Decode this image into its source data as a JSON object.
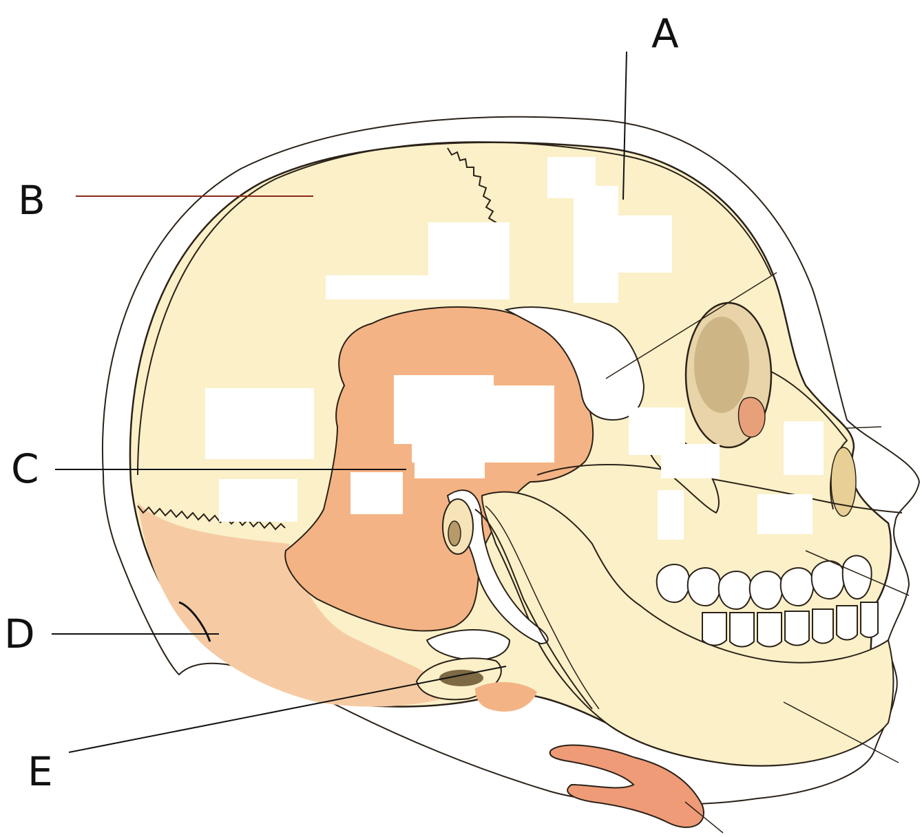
{
  "labels": {
    "a": "A",
    "b": "B",
    "c": "C",
    "d": "D",
    "e": "E"
  },
  "colors": {
    "background": "#ffffff",
    "skull_fill": "#fbf0c8",
    "temporal_fill": "#f4b384",
    "occipital_fill": "#f6cba3",
    "outline": "#2a2118",
    "mask": "#ffffff",
    "orbit_shadow": "#b79a6a",
    "hyoid_fill": "#ef9b78",
    "leader_line": "#111111",
    "leader_red": "#8a2a1a"
  },
  "icons": {
    "skull": "infant-skull-lateral-illustration",
    "teeth": "tooth-row",
    "hyoid": "hyoid-bone"
  }
}
